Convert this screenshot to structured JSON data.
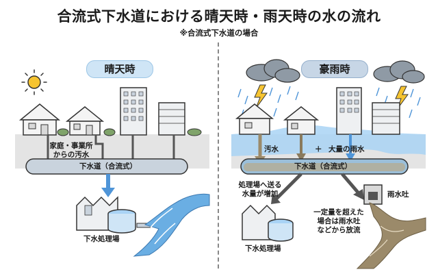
{
  "header": {
    "title": "合流式下水道における晴天時・雨天時の水の流れ",
    "subtitle": "※合流式下水道の場合"
  },
  "panels": {
    "sunny": {
      "label": "晴天時",
      "household_sewage_line1": "家庭・事業所",
      "household_sewage_line2": "からの汚水",
      "pipe_label": "下水道（合流式）",
      "plant_label": "下水処理場"
    },
    "heavy_rain": {
      "label": "豪雨時",
      "sewage_label": "汚水",
      "plus_sign": "＋",
      "rain_label": "大量の雨水",
      "pipe_label": "下水道（合流式）",
      "increase_line1": "処理場へ送る",
      "increase_line2": "水量が増加",
      "plant_label": "下水処理場",
      "outfall_label": "雨水吐",
      "overflow_line1": "一定量を超えた",
      "overflow_line2": "場合は雨水吐",
      "overflow_line3": "などから放流"
    }
  },
  "colors": {
    "sunny_pill": "#cfe5f6",
    "rain_pill": "#c7d6e6",
    "clean_water": "#6aaee3",
    "muddy_water": "#9b8a6a",
    "pipe": "#c9d3dd",
    "ground": "#e4e4e4"
  }
}
